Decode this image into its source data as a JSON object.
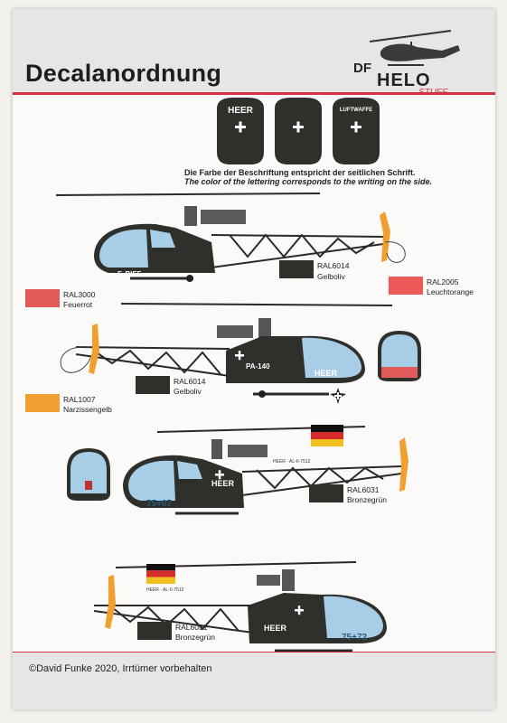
{
  "header": {
    "title": "Decalanordnung"
  },
  "logo": {
    "df": "DF",
    "helo": "HELO",
    "stuff": "STUFF"
  },
  "top_panels": {
    "p1_label": "HEER",
    "p2_label": "",
    "p3_label": "LUFTWAFFE"
  },
  "notes": {
    "german": "Die Farbe der Beschriftung entspricht der seitlichen Schrift.",
    "english": "The color of the lettering corresponds to the writing on the side."
  },
  "helicopters": {
    "h1_code": "F. BIFF",
    "h2_code": "PA-140",
    "h2_text": "HEER",
    "h3_code": "75+07",
    "h3_text": "HEER",
    "h3_tail": "HEER · AL-II-7512",
    "h4_code": "75+72",
    "h4_text": "HEER",
    "h4_tail": "HEER · AL-II-7512"
  },
  "swatches": [
    {
      "code": "RAL6014",
      "name": "Gelboliv",
      "color": "#2f302c"
    },
    {
      "code": "RAL3000",
      "name": "Feuerrot",
      "color": "#e05a5a"
    },
    {
      "code": "RAL2005",
      "name": "Leuchtorange",
      "color": "#ec5a5a"
    },
    {
      "code": "RAL6014",
      "name": "Gelboliv",
      "color": "#2f302c"
    },
    {
      "code": "RAL1007",
      "name": "Narzissengelb",
      "color": "#f0a030"
    },
    {
      "code": "RAL6031",
      "name": "Bronzegrün",
      "color": "#2f302c"
    },
    {
      "code": "RAL6031",
      "name": "Bronzegrün",
      "color": "#2f302c"
    }
  ],
  "footer": {
    "copyright": "©David Funke 2020, Irrtümer vorbehalten"
  },
  "colors": {
    "accent": "#d1343e",
    "olive": "#2f302c",
    "canopy": "#a8cde6"
  }
}
